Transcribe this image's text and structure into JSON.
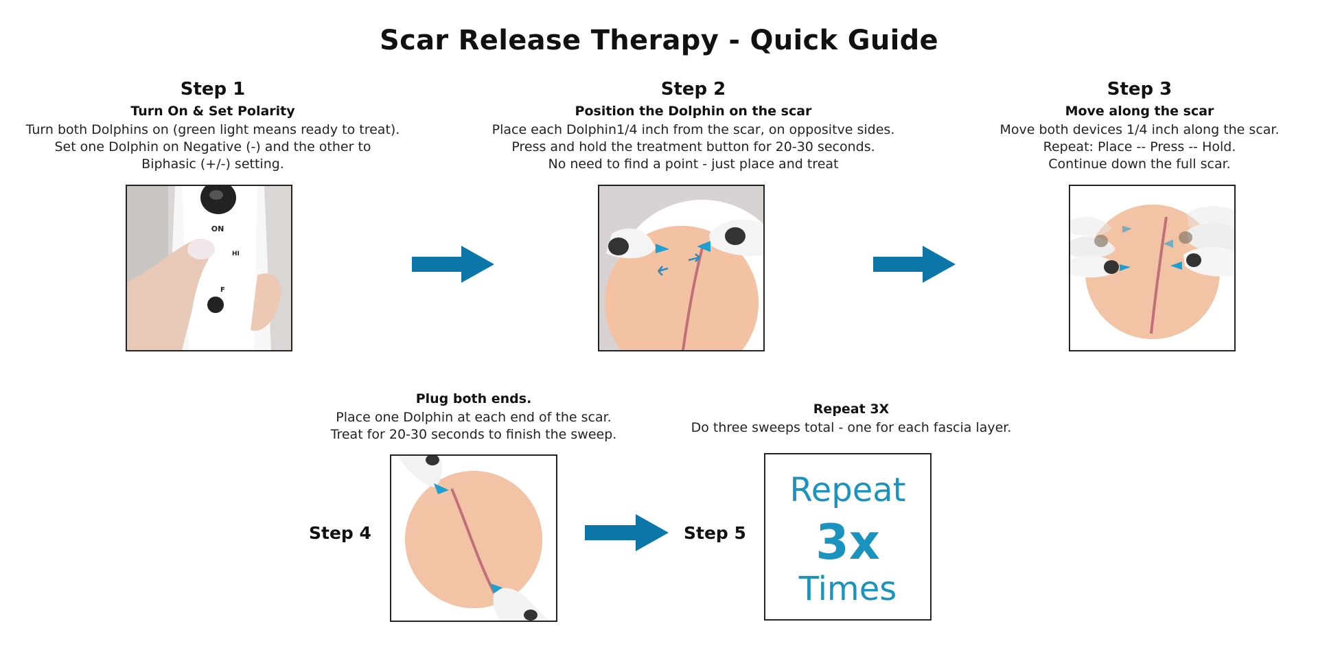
{
  "title": "Scar Release Therapy - Quick Guide",
  "colors": {
    "accent": "#1a93be",
    "arrow": "#0d76a8",
    "skin": "#f0b995",
    "scar": "#c0707a"
  },
  "step1": {
    "heading": "Step 1",
    "subtitle": "Turn On & Set Polarity",
    "lines": [
      "Turn both Dolphins on (green light means ready to treat).",
      "Set one Dolphin on Negative (-) and the other to",
      "Biphasic (+/-) setting."
    ],
    "device_labels": {
      "on": "ON",
      "hi": "HI",
      "off": "F"
    }
  },
  "step2": {
    "heading": "Step 2",
    "subtitle": "Position the Dolphin on the scar",
    "lines": [
      "Place each Dolphin1/4 inch from the scar, on oppositve sides.",
      "Press and hold the treatment button for 20-30 seconds.",
      "No need to find a point - just place and treat"
    ]
  },
  "step3": {
    "heading": "Step 3",
    "subtitle": "Move along the scar",
    "lines": [
      "Move both devices 1/4 inch along the scar.",
      "Repeat: Place -- Press -- Hold.",
      "Continue down the full scar."
    ]
  },
  "step4": {
    "heading": "Step 4",
    "subtitle": "Plug both ends.",
    "lines": [
      "Place one Dolphin at each end of the scar.",
      "Treat for 20-30 seconds to finish the sweep."
    ]
  },
  "step5": {
    "heading": "Step 5",
    "subtitle": "Repeat 3X",
    "lines": [
      "Do three sweeps total - one for each fascia layer."
    ],
    "box": {
      "line1": "Repeat",
      "line2": "3x",
      "line3": "Times"
    }
  },
  "icons": [
    "arrow-right-icon",
    "arrow-right-icon",
    "arrow-right-icon"
  ]
}
